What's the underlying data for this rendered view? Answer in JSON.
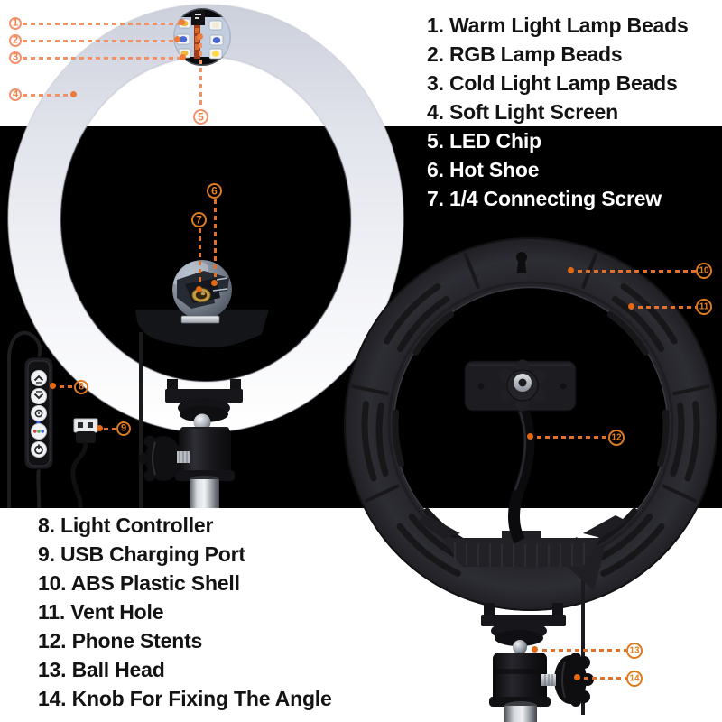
{
  "legend_top": {
    "items": [
      "1. Warm Light Lamp Beads",
      "2. RGB Lamp Beads",
      "3. Cold Light Lamp Beads",
      "4. Soft Light Screen",
      "5. LED Chip",
      "6. Hot Shoe",
      "7. 1/4 Connecting Screw"
    ]
  },
  "legend_bottom": {
    "items": [
      "8. Light Controller",
      "9. USB Charging Port",
      "10. ABS Plastic Shell",
      "11. Vent Hole",
      "12. Phone Stents",
      "13. Ball Head",
      "14. Knob For Fixing The Angle"
    ]
  },
  "callouts": {
    "labels": [
      "1",
      "2",
      "3",
      "4",
      "5",
      "6",
      "7",
      "8",
      "9",
      "10",
      "11",
      "12",
      "13",
      "14"
    ]
  },
  "colors": {
    "accent_orange": "#e27d22",
    "accent_orange_light": "#f2926e",
    "dash_orange": "#e0702a",
    "dot_orange": "#e26a15",
    "background_black": "#000000",
    "background_white": "#ffffff",
    "text_dark": "#131313",
    "text_light": "#ffffff",
    "warm_bead": "#edb93c",
    "rgb_bead": "#4a67cf",
    "cold_bead": "#f3ecd2"
  },
  "icons": {
    "controller_buttons": [
      "brightness-up-icon",
      "brightness-down-icon",
      "mode-icon",
      "rgb-mode-icon",
      "power-icon"
    ],
    "usb": "usb-plug-icon",
    "hanging_hole": "keyhole-icon"
  }
}
